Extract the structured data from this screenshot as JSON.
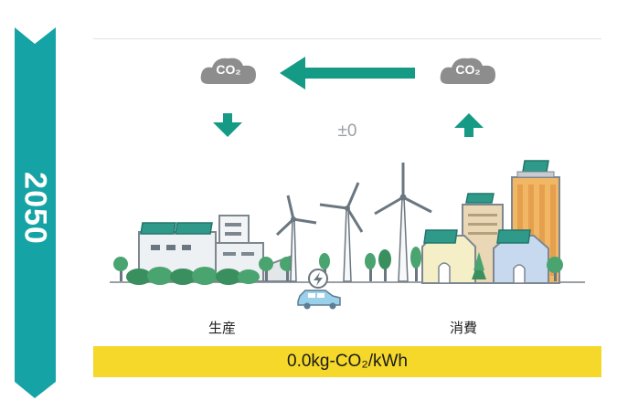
{
  "year": "2050",
  "co2_left": "CO₂",
  "co2_right": "CO₂",
  "balance": "±0",
  "production_label": "生産",
  "consumption_label": "消費",
  "emission_factor": "0.0kg-CO₂/kWh",
  "colors": {
    "teal": "#16a3a5",
    "arrow_green": "#159a86",
    "yellow": "#f5d82a",
    "cloud_gray": "#8d8d8d"
  }
}
